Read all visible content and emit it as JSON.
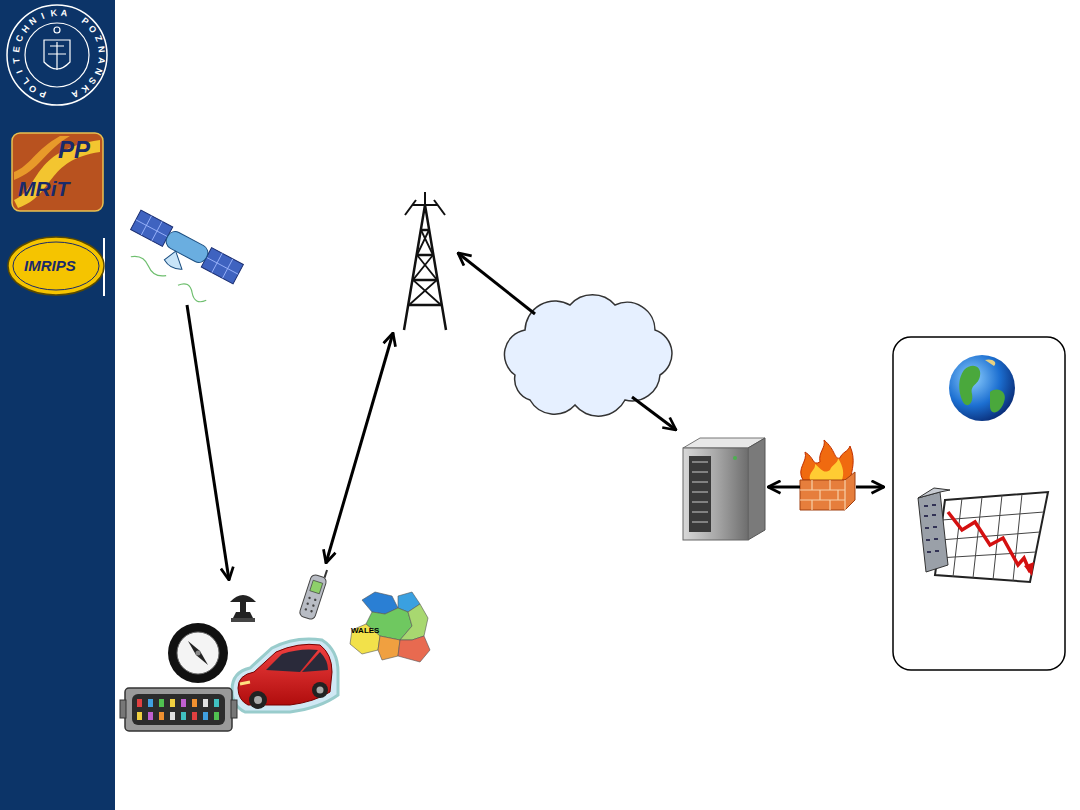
{
  "diagram": {
    "labels": [
      "POLITECHNIKA POZNAŃSKA",
      "PP",
      "MRiT",
      "IMRIPS",
      "WALES"
    ]
  }
}
